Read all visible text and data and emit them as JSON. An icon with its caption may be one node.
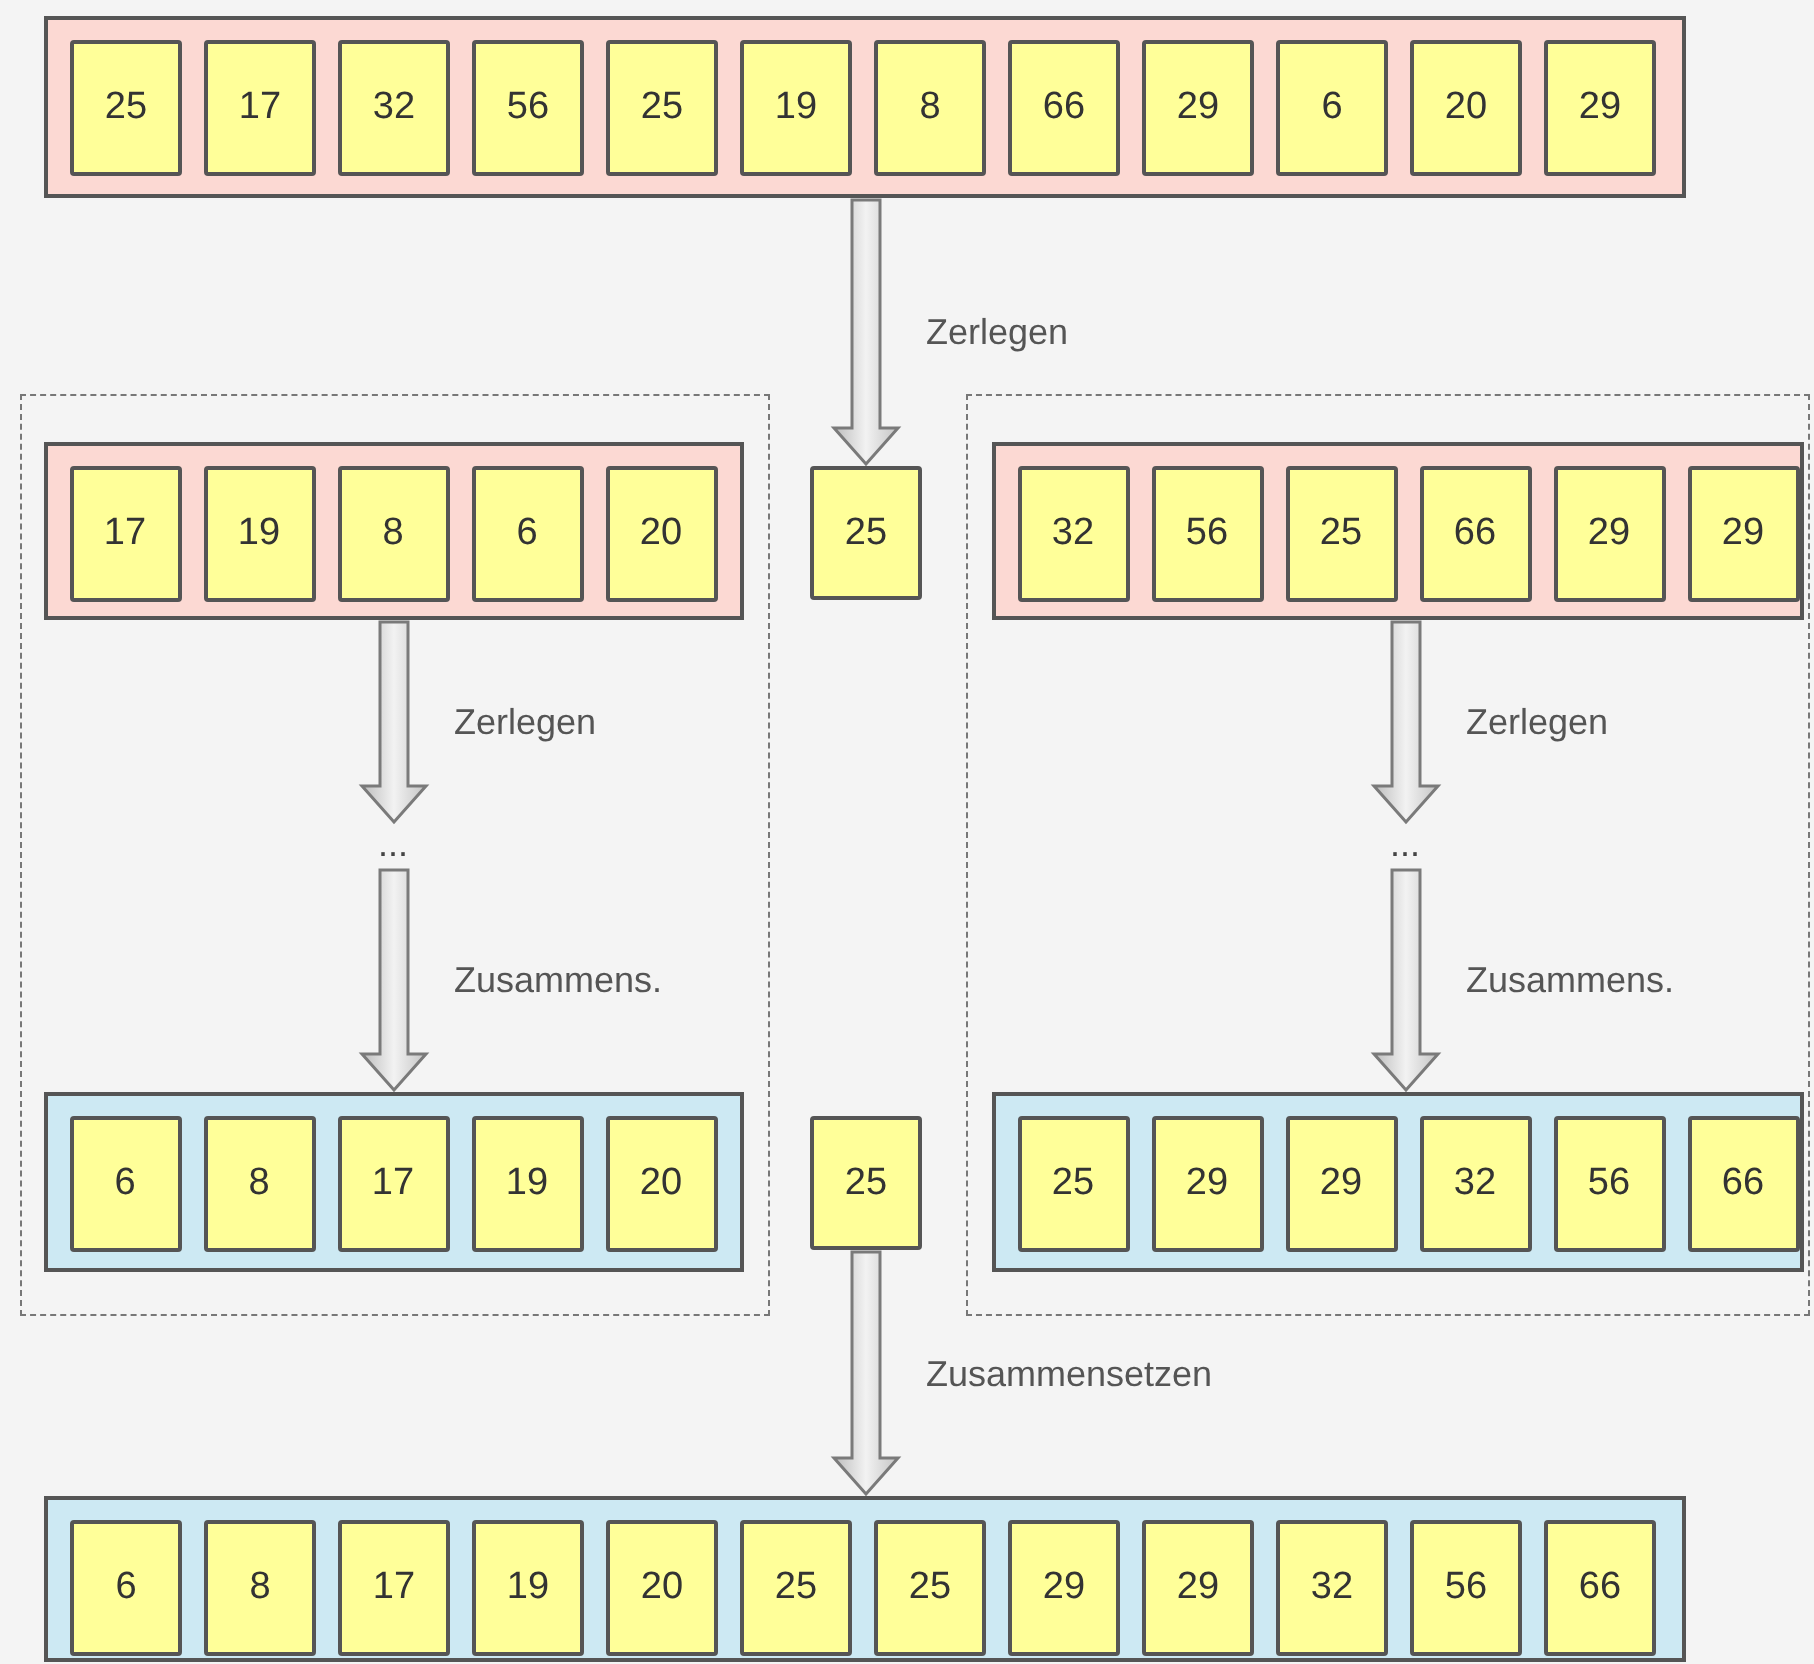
{
  "diagram": {
    "nodes": [
      {
        "text": [],
        "shape": "box"
      },
      {
        "text": [
          "25"
        ],
        "in": 0
      },
      {
        "text": [
          "17"
        ],
        "in": 0
      },
      {
        "text": [
          "32"
        ],
        "in": 0
      },
      {
        "text": [
          "56"
        ],
        "in": 0
      },
      {
        "text": [
          "25"
        ],
        "in": 0
      },
      {
        "text": [
          "19"
        ],
        "in": 0
      },
      {
        "text": [
          "8"
        ],
        "in": 0
      },
      {
        "text": [
          "66"
        ],
        "in": 0
      },
      {
        "text": [
          "29"
        ],
        "in": 0
      },
      {
        "text": [
          "6"
        ],
        "in": 0
      },
      {
        "text": [
          "20"
        ],
        "in": 0
      },
      {
        "text": [
          "29"
        ],
        "in": 0
      },
      {
        "text": [],
        "shape": "box"
      },
      {
        "text": [],
        "shape": "box",
        "in": 13
      },
      {
        "text": [
          "17"
        ],
        "in": 14
      },
      {
        "text": [
          "19"
        ],
        "in": 14
      },
      {
        "text": [
          "8"
        ],
        "in": 14
      },
      {
        "text": [
          "6"
        ],
        "in": 14
      },
      {
        "text": [
          "20"
        ],
        "in": 14
      },
      {
        "text": [
          "25"
        ]
      },
      {
        "text": [],
        "shape": "box"
      },
      {
        "text": [],
        "shape": "box",
        "in": 21
      },
      {
        "text": [
          "32"
        ],
        "in": 22
      },
      {
        "text": [
          "56"
        ],
        "in": 22
      },
      {
        "text": [
          "25"
        ],
        "in": 22
      },
      {
        "text": [
          "66"
        ],
        "in": 22
      },
      {
        "text": [
          "29"
        ],
        "in": 22
      },
      {
        "text": [
          "29"
        ],
        "in": 22
      },
      {
        "text": [
          "..."
        ],
        "in": 13
      },
      {
        "text": [
          "..."
        ],
        "in": 21
      },
      {
        "text": [],
        "shape": "box",
        "in": 13
      },
      {
        "text": [
          "6"
        ],
        "in": 31
      },
      {
        "text": [
          "8"
        ],
        "in": 31
      },
      {
        "text": [
          "17"
        ],
        "in": 31
      },
      {
        "text": [
          "19"
        ],
        "in": 31
      },
      {
        "text": [
          "20"
        ],
        "in": 31
      },
      {
        "text": [
          "25"
        ]
      },
      {
        "text": [],
        "shape": "box",
        "in": 21
      },
      {
        "text": [
          "25"
        ],
        "in": 38
      },
      {
        "text": [
          "29"
        ],
        "in": 38
      },
      {
        "text": [
          "29"
        ],
        "in": 38
      },
      {
        "text": [
          "32"
        ],
        "in": 38
      },
      {
        "text": [
          "56"
        ],
        "in": 38
      },
      {
        "text": [
          "66"
        ],
        "in": 38
      },
      {
        "text": [],
        "shape": "box"
      },
      {
        "text": [
          "6"
        ],
        "in": 45
      },
      {
        "text": [
          "8"
        ],
        "in": 45
      },
      {
        "text": [
          "17"
        ],
        "in": 45
      },
      {
        "text": [
          "19"
        ],
        "in": 45
      },
      {
        "text": [
          "20"
        ],
        "in": 45
      },
      {
        "text": [
          "25"
        ],
        "in": 45
      },
      {
        "text": [
          "25"
        ],
        "in": 45
      },
      {
        "text": [
          "29"
        ],
        "in": 45
      },
      {
        "text": [
          "29"
        ],
        "in": 45
      },
      {
        "text": [
          "32"
        ],
        "in": 45
      },
      {
        "text": [
          "56"
        ],
        "in": 45
      },
      {
        "text": [
          "66"
        ],
        "in": 45
      }
    ],
    "edges": [
      {
        "from": 0,
        "to": 20,
        "arrow": "to",
        "label": "Zerlegen"
      },
      {
        "from": 14,
        "to": 29,
        "arrow": "to",
        "label": "Zerlegen"
      },
      {
        "from": 29,
        "to": 31,
        "arrow": "to",
        "label": "Zusammens."
      },
      {
        "from": 22,
        "to": 30,
        "arrow": "to",
        "label": "Zerlegen"
      },
      {
        "from": 30,
        "to": 38,
        "arrow": "to",
        "label": "Zusammens."
      },
      {
        "from": 37,
        "to": 45,
        "arrow": "to",
        "label": "Zusammensetzen"
      }
    ]
  }
}
